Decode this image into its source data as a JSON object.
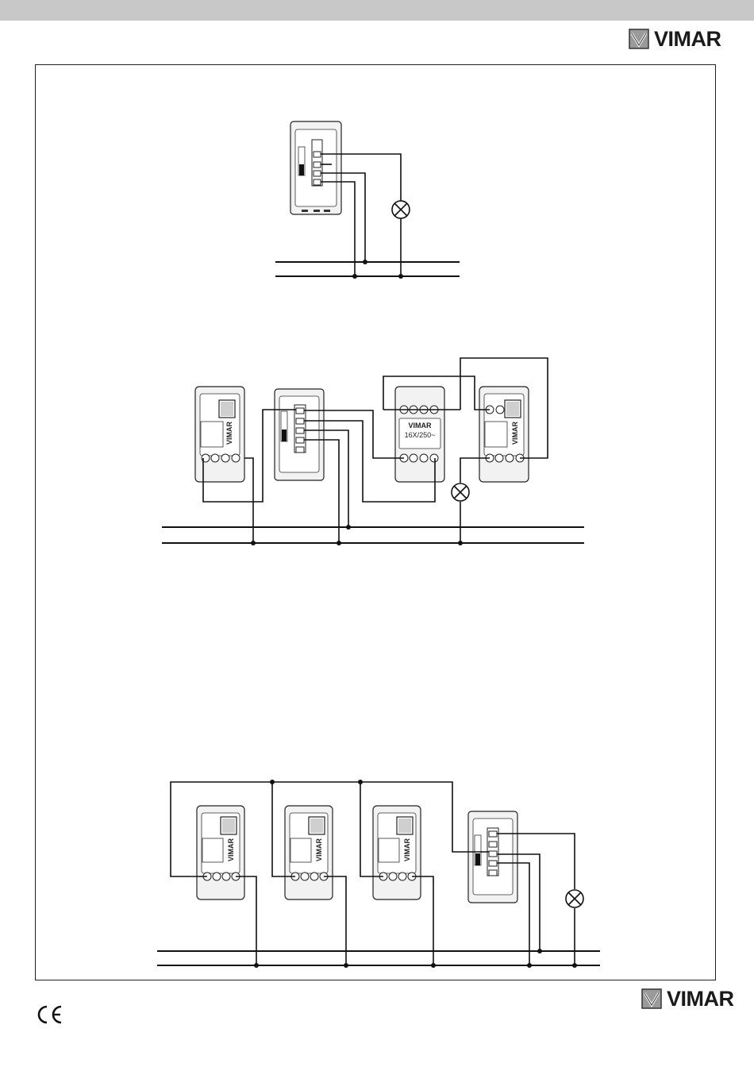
{
  "brand": {
    "name": "VIMAR",
    "mark_icon": "vimar-logo-icon"
  },
  "marks": {
    "ce": "ce-mark-icon"
  },
  "device_labels": {
    "module_brand": "VIMAR",
    "rating": "16X/250~"
  },
  "colors": {
    "header_bar": "#c8c8c8",
    "wire": "#111111",
    "frame": "#222222"
  }
}
